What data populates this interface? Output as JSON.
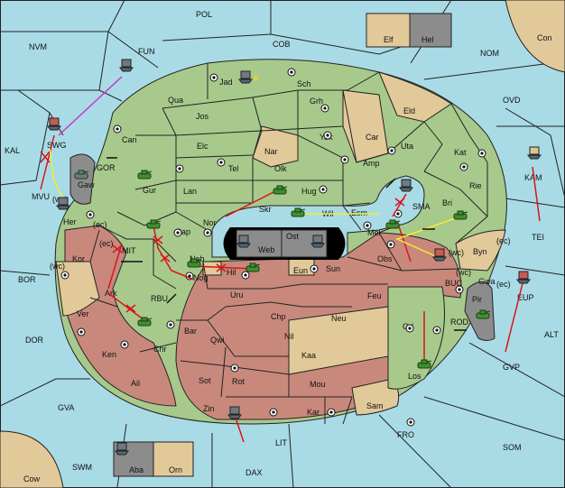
{
  "colors": {
    "sea": "#a9dbe6",
    "green_land": "#a8c98c",
    "red_land": "#c8897c",
    "tan_land": "#e2c99a",
    "gray_land": "#8c8c8c",
    "move_red": "#d8141c",
    "support_yellow": "#f4ee2a",
    "convoy_magenta": "#c43cc3"
  },
  "labels": {
    "POL": "POL",
    "COB": "COB",
    "FUN": "FUN",
    "NVM": "NVM",
    "NOM": "NOM",
    "OVD": "OVD",
    "KAL": "KAL",
    "BOR": "BOR",
    "DOR": "DOR",
    "GVA": "GVA",
    "SWM": "SWM",
    "DAX": "DAX",
    "LIT": "LIT",
    "FRO": "FRO",
    "SOM": "SOM",
    "GVP": "GVP",
    "ALT": "ALT",
    "TEI": "TEI",
    "KAM": "KAM",
    "MVU": "MVU",
    "GOR": "GOR",
    "MIT": "MIT",
    "RBU": "RBU",
    "BUC": "BUC",
    "ROD": "ROD",
    "SMA": "SMA",
    "SWG": "SWG",
    "EUP": "EUP",
    "Elf": "Elf",
    "Hel": "Hel",
    "Con": "Con",
    "Cow": "Cow",
    "Aba": "Aba",
    "Orn": "Orn",
    "Jad": "Jad",
    "Sch": "Sch",
    "Qua": "Qua",
    "Grh": "Grh",
    "Jos": "Jos",
    "Eld": "Eld",
    "Can": "Can",
    "Yok": "Yok",
    "Car": "Car",
    "Uta": "Uta",
    "Elc": "Elc",
    "Nar": "Nar",
    "Kat": "Kat",
    "Tel": "Tel",
    "Olk": "Olk",
    "Amp": "Amp",
    "Gur": "Gur",
    "Lan": "Lan",
    "Hug": "Hug",
    "Rie": "Rie",
    "Bri": "Bri",
    "Gaw": "Gaw",
    "Nor": "Nor",
    "Wil": "Wil",
    "Esm": "Esm",
    "Skr": "Skr",
    "Her": "Her",
    "Sap": "Sap",
    "Ost": "Ost",
    "Web": "Web",
    "Mel": "Mel",
    "Kor": "Kor",
    "Nab": "Nab",
    "Eun": "Eun",
    "Sun": "Sun",
    "Obs": "Obs",
    "Byn": "Byn",
    "Hil": "Hil",
    "Nog": "Nog",
    "Gwa": "Gwa",
    "Ark": "Ark",
    "Uru": "Uru",
    "Feu": "Feu",
    "Pir": "Pir",
    "Ver": "Ver",
    "Chp": "Chp",
    "Neu": "Neu",
    "Orl": "Orl",
    "Bar": "Bar",
    "Nil": "Nil",
    "Qwi": "Qwi",
    "Ken": "Ken",
    "Chr": "Chr",
    "Kaa": "Kaa",
    "Los": "Los",
    "Ail": "Ail",
    "Sot": "Sot",
    "Rot": "Rot",
    "Mou": "Mou",
    "Sam": "Sam",
    "Zin": "Zin",
    "Kar": "Kar",
    "wc": "(wc)",
    "ec": "(ec)"
  },
  "units": [
    {
      "type": "fleet",
      "power": "gray",
      "at": "Jad"
    },
    {
      "type": "fleet",
      "power": "gray",
      "at": "FUN"
    },
    {
      "type": "fleet",
      "power": "red",
      "at": "SWG"
    },
    {
      "type": "army",
      "power": "gray",
      "at": "Gaw"
    },
    {
      "type": "fleet",
      "power": "gray",
      "at": "MVU"
    },
    {
      "type": "army",
      "power": "green",
      "at": "Gur"
    },
    {
      "type": "army",
      "power": "green",
      "at": "Sap"
    },
    {
      "type": "army",
      "power": "green",
      "at": "Hug"
    },
    {
      "type": "army",
      "power": "green",
      "at": "Wil"
    },
    {
      "type": "army",
      "power": "green",
      "at": "Nog"
    },
    {
      "type": "army",
      "power": "green",
      "at": "Hil"
    },
    {
      "type": "army",
      "power": "green",
      "at": "Mel"
    },
    {
      "type": "army",
      "power": "green",
      "at": "Bri"
    },
    {
      "type": "army",
      "power": "green",
      "at": "Chr"
    },
    {
      "type": "army",
      "power": "green",
      "at": "Los"
    },
    {
      "type": "army",
      "power": "green",
      "at": "Pir"
    },
    {
      "type": "fleet",
      "power": "gray",
      "at": "Web"
    },
    {
      "type": "fleet",
      "power": "gray",
      "at": "Ost"
    },
    {
      "type": "fleet",
      "power": "gray",
      "at": "SMA"
    },
    {
      "type": "fleet",
      "power": "red",
      "at": "BUC"
    },
    {
      "type": "fleet",
      "power": "tan",
      "at": "KAM"
    },
    {
      "type": "fleet",
      "power": "red",
      "at": "EUP"
    },
    {
      "type": "fleet",
      "power": "gray",
      "at": "Zin"
    },
    {
      "type": "fleet",
      "power": "gray",
      "at": "Aba"
    }
  ]
}
